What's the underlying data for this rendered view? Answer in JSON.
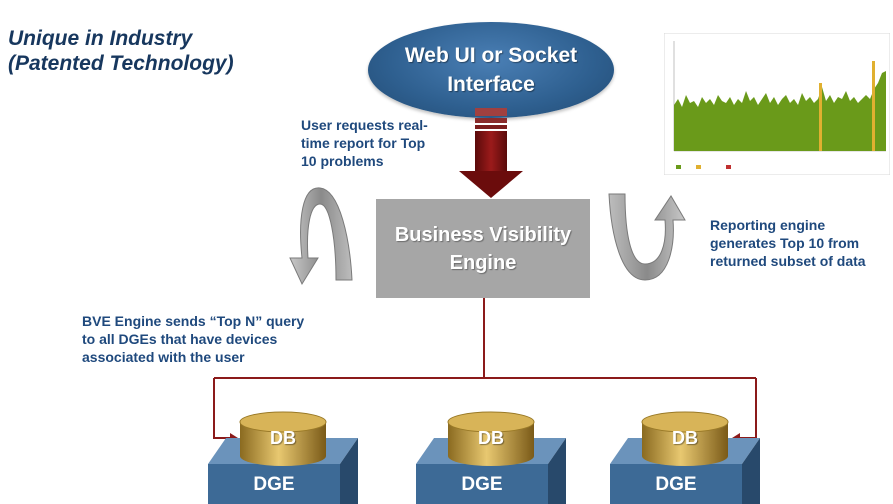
{
  "tagline": {
    "line1": "Unique in Industry",
    "line2": "(Patented Technology)"
  },
  "interface_node": {
    "line1": "Web UI or Socket",
    "line2": "Interface"
  },
  "user_request_note": {
    "line1": "User requests real-",
    "line2": "time report for Top",
    "line3": "10 problems"
  },
  "engine": {
    "line1": "Business Visibility",
    "line2": "Engine"
  },
  "reporting_note": {
    "line1": "Reporting engine",
    "line2": "generates Top 10 from",
    "line3": "returned subset of data"
  },
  "query_note": {
    "line1": "BVE Engine sends “Top N” query",
    "line2": "to all DGEs that have devices",
    "line3": "associated with the user"
  },
  "nodes": [
    {
      "db": "DB",
      "dge": "DGE"
    },
    {
      "db": "DB",
      "dge": "DGE"
    },
    {
      "db": "DB",
      "dge": "DGE"
    }
  ],
  "colors": {
    "navy_text": "#1f497d",
    "ellipse": "#2e5f8f",
    "engine_box": "#a6a6a6",
    "arrow_red": "#7b1010",
    "connector": "#8b1a1a",
    "dge_box": "#3d6a96",
    "db_gold": "#c8a040"
  },
  "icons": [
    "down-arrow-icon",
    "counterclockwise-loop-arrow-icon",
    "clockwise-loop-arrow-icon",
    "database-cylinder-icon",
    "report-chart-thumbnail"
  ]
}
